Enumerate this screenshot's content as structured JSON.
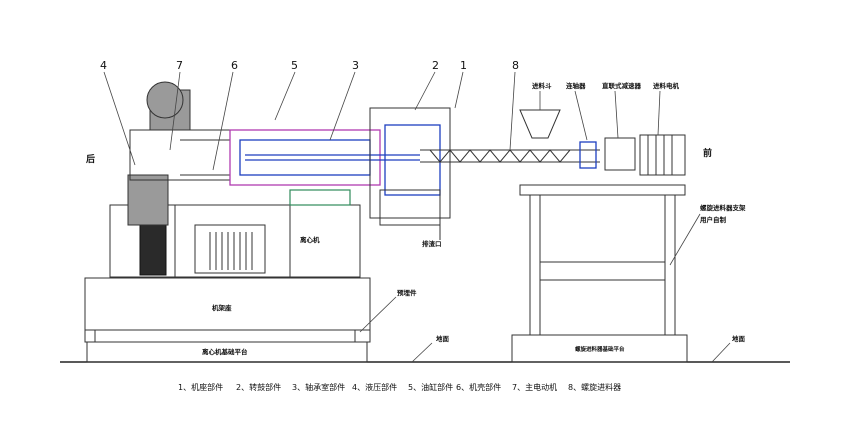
{
  "part_numbers": [
    "4",
    "7",
    "6",
    "5",
    "3",
    "2",
    "1",
    "8"
  ],
  "labels": {
    "rear": "后",
    "front": "前",
    "feed_hopper": "进料斗",
    "coupling": "连轴器",
    "reducer": "直联式减速器",
    "feed_motor": "进料电机",
    "centrifuge": "离心机",
    "base_frame": "机架座",
    "discharge": "排渣口",
    "support_frame_1": "螺旋进料器支架",
    "support_frame_2": "用户自制",
    "embedded": "预埋件",
    "ground_1": "地面",
    "ground_2": "地面",
    "centrifuge_platform": "离心机基础平台",
    "screw_platform": "螺旋进料器基础平台"
  },
  "legend": [
    "1、机座部件",
    "2、转鼓部件",
    "3、轴承室部件",
    "4、液压部件",
    "5、油缸部件",
    "6、机壳部件",
    "7、主电动机",
    "8、螺旋进料器"
  ],
  "colors": {
    "line": "#333333",
    "blue": "#1d3fbf",
    "magenta": "#b13bb1",
    "green": "#2f8a5a"
  }
}
